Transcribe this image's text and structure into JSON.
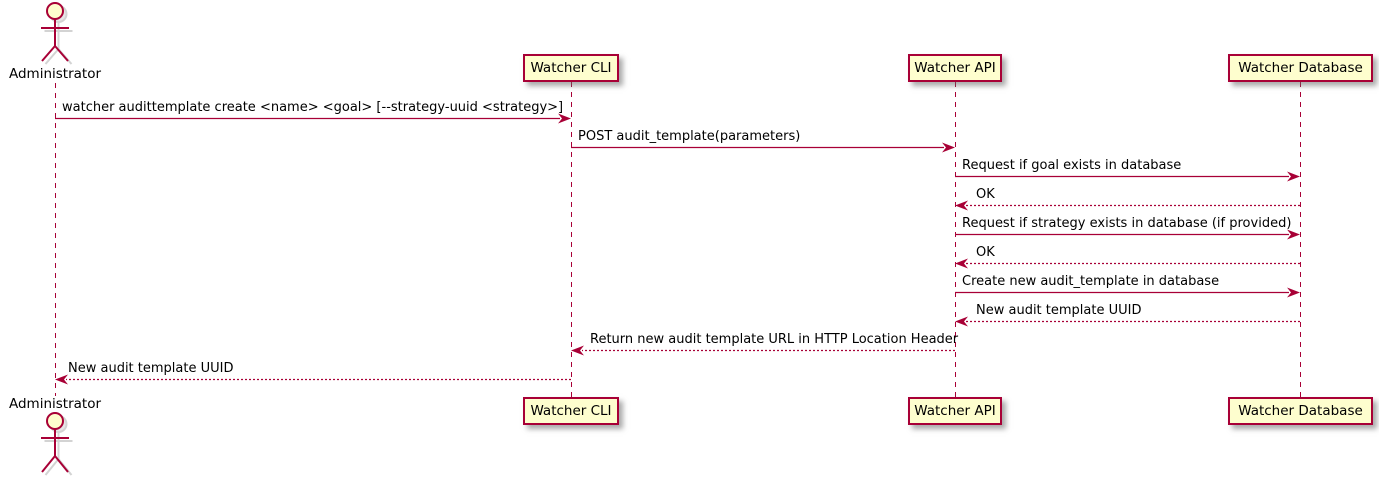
{
  "colors": {
    "accent": "#A80036",
    "participant_fill": "#FEFECE",
    "participant_border": "#A80036",
    "text": "#000000"
  },
  "actor": {
    "top_label": "Administrator",
    "bottom_label": "Administrator"
  },
  "participants": [
    {
      "id": "watcher-cli",
      "label": "Watcher CLI"
    },
    {
      "id": "watcher-api",
      "label": "Watcher API"
    },
    {
      "id": "watcher-database",
      "label": "Watcher Database"
    }
  ],
  "messages": [
    {
      "from": "administrator",
      "to": "watcher-cli",
      "style": "solid",
      "label": "watcher audittemplate create <name> <goal> [--strategy-uuid <strategy>]"
    },
    {
      "from": "watcher-cli",
      "to": "watcher-api",
      "style": "solid",
      "label": "POST audit_template(parameters)"
    },
    {
      "from": "watcher-api",
      "to": "watcher-database",
      "style": "solid",
      "label": "Request if goal exists in database"
    },
    {
      "from": "watcher-database",
      "to": "watcher-api",
      "style": "dashed",
      "label": "OK"
    },
    {
      "from": "watcher-api",
      "to": "watcher-database",
      "style": "solid",
      "label": "Request if strategy exists in database (if provided)"
    },
    {
      "from": "watcher-database",
      "to": "watcher-api",
      "style": "dashed",
      "label": "OK"
    },
    {
      "from": "watcher-api",
      "to": "watcher-database",
      "style": "solid",
      "label": "Create new audit_template in database"
    },
    {
      "from": "watcher-database",
      "to": "watcher-api",
      "style": "dashed",
      "label": "New audit template UUID"
    },
    {
      "from": "watcher-api",
      "to": "watcher-cli",
      "style": "dashed",
      "label": "Return new audit template URL in HTTP Location Header"
    },
    {
      "from": "watcher-cli",
      "to": "administrator",
      "style": "dashed",
      "label": "New audit template UUID"
    }
  ]
}
